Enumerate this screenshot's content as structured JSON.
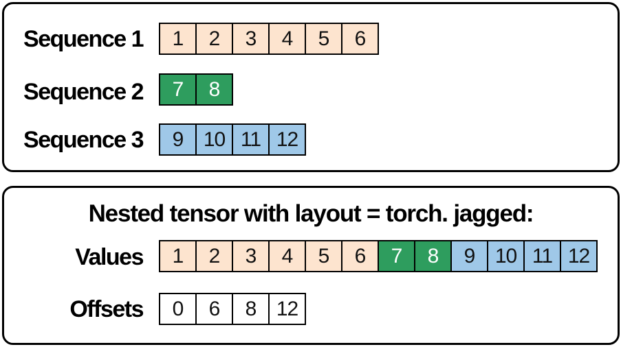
{
  "sequences": [
    {
      "label": "Sequence 1",
      "cells": [
        "1",
        "2",
        "3",
        "4",
        "5",
        "6"
      ],
      "color": "orange"
    },
    {
      "label": "Sequence 2",
      "cells": [
        "7",
        "8"
      ],
      "color": "green"
    },
    {
      "label": "Sequence 3",
      "cells": [
        "9",
        "10",
        "11",
        "12"
      ],
      "color": "blue"
    }
  ],
  "nested": {
    "heading": "Nested tensor with layout = torch. jagged:",
    "values_label": "Values",
    "values": [
      {
        "text": "1",
        "color": "orange"
      },
      {
        "text": "2",
        "color": "orange"
      },
      {
        "text": "3",
        "color": "orange"
      },
      {
        "text": "4",
        "color": "orange"
      },
      {
        "text": "5",
        "color": "orange"
      },
      {
        "text": "6",
        "color": "orange"
      },
      {
        "text": "7",
        "color": "green"
      },
      {
        "text": "8",
        "color": "green"
      },
      {
        "text": "9",
        "color": "blue"
      },
      {
        "text": "10",
        "color": "blue"
      },
      {
        "text": "11",
        "color": "blue"
      },
      {
        "text": "12",
        "color": "blue"
      }
    ],
    "offsets_label": "Offsets",
    "offsets": [
      "0",
      "6",
      "8",
      "12"
    ]
  },
  "colors": {
    "orange": "#fde4cf",
    "green": "#2e9d5e",
    "blue": "#9fc8e8",
    "white": "#ffffff"
  }
}
